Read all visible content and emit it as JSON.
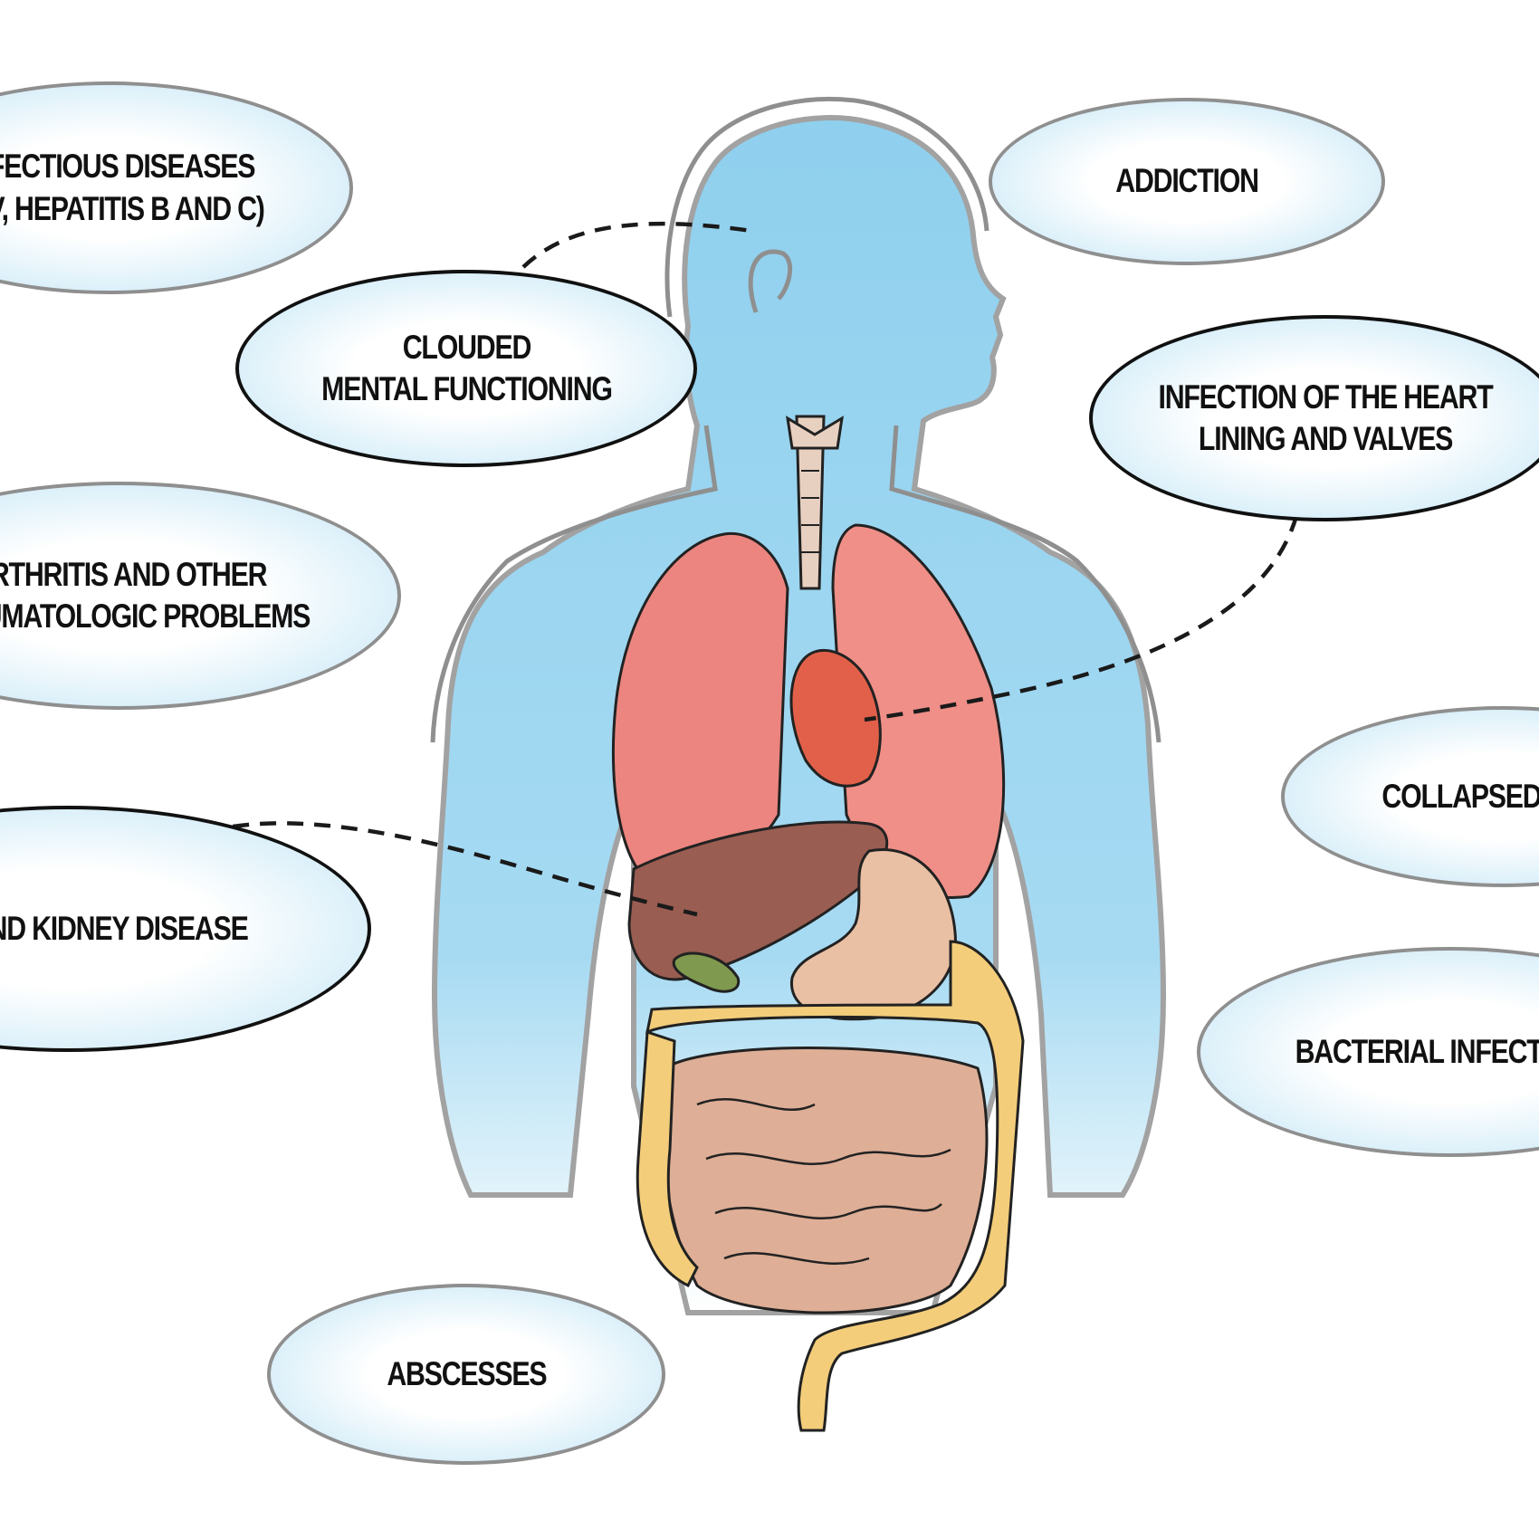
{
  "colors": {
    "body_fill": "#9fd6ef",
    "body_outline": "#9a9a9a",
    "lung": "#ef8a84",
    "heart": "#e4604a",
    "liver": "#9a5d52",
    "stomach": "#e9c0a4",
    "large_intestine": "#f3cd7a",
    "small_intestine": "#deae96",
    "gallbladder": "#7f9a4e",
    "bubble_fill_center": "#ffffff",
    "bubble_fill_edge": "#bfe4f5",
    "connector": "#1a1a1a"
  },
  "bubbles": [
    {
      "id": "infectious",
      "text": "INFECTIOUS DISEASES\n(HIV, HEPATITIS B AND C)",
      "border": "gray"
    },
    {
      "id": "addiction",
      "text": "ADDICTION",
      "border": "gray"
    },
    {
      "id": "clouded",
      "text": "CLOUDED\nMENTAL FUNCTIONING",
      "border": "dark"
    },
    {
      "id": "heart_infection",
      "text": "INFECTION OF THE HEART\nLINING AND VALVES",
      "border": "dark"
    },
    {
      "id": "arthritis",
      "text": "ARTHRITIS AND OTHER\nRHEUMATOLOGIC PROBLEMS",
      "border": "gray"
    },
    {
      "id": "collapsed",
      "text": "COLLAPSED VEINS",
      "border": "gray"
    },
    {
      "id": "liver_kidney",
      "text": "LIVER AND KIDNEY DISEASE",
      "border": "dark"
    },
    {
      "id": "bacterial",
      "text": "BACTERIAL INFECTIONS",
      "border": "gray"
    },
    {
      "id": "abscesses",
      "text": "ABSCESSES",
      "border": "gray"
    }
  ]
}
